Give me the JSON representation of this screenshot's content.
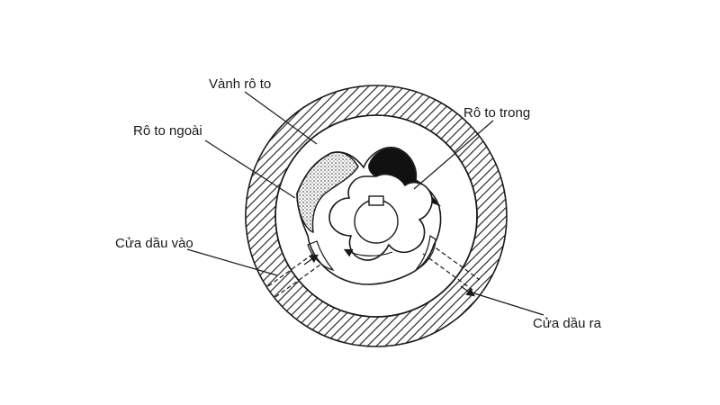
{
  "labels": {
    "ring": "Vành rô to",
    "outer_rotor": "Rô to ngoài",
    "inner_rotor": "Rô to trong",
    "inlet": "Cửa dầu vào",
    "outlet": "Cửa dầu ra"
  },
  "colors": {
    "ink": "#1a1a1a",
    "background": "#ffffff",
    "stippled_chamber": "#9a9a9a",
    "dark_chamber": "#111111"
  },
  "icons": {
    "rotation": "rotation-arrow-icon"
  }
}
